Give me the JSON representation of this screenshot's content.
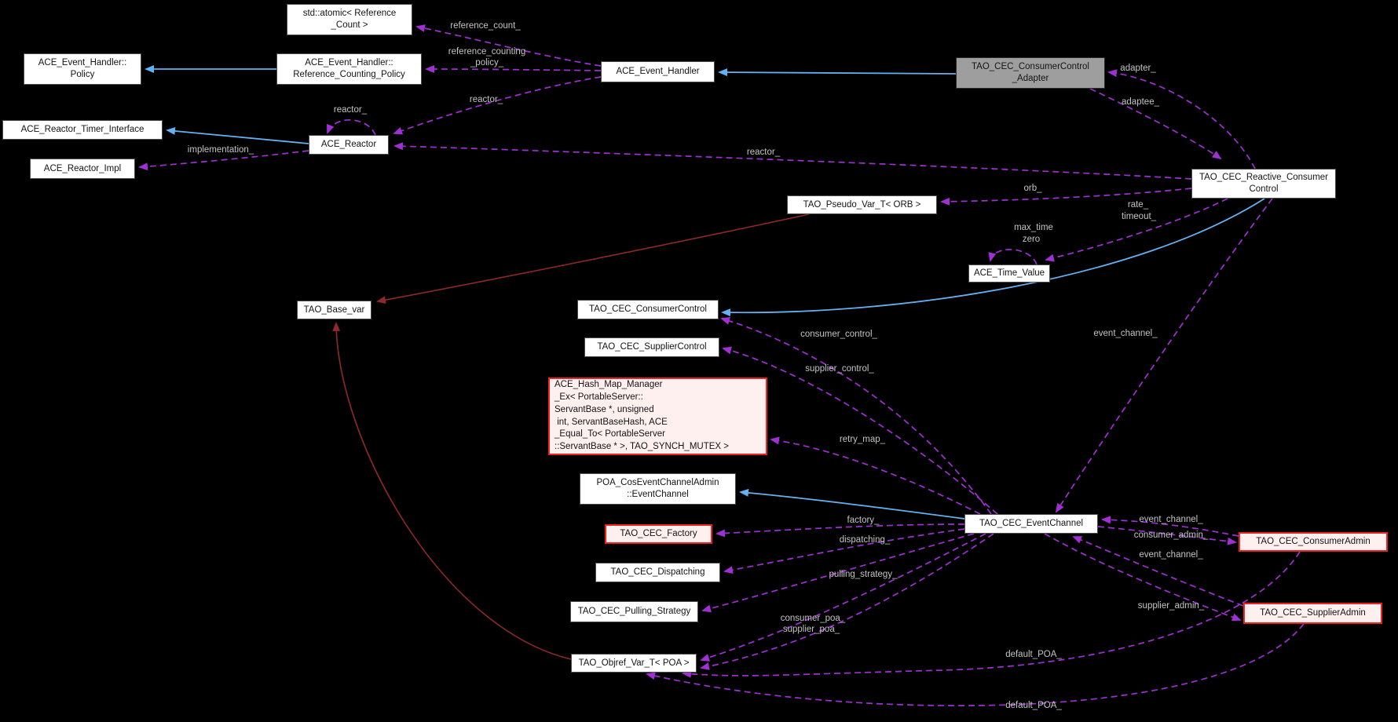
{
  "diagram": {
    "kind": "doxygen-collaboration-graph",
    "background": "#000000",
    "colors": {
      "usage_edge": "#a02fd4",
      "inheritance_edge": "#63b1f2",
      "private_inheritance_edge": "#8f2929",
      "label_text": "#c4c4c4",
      "node_fill": "#ffffff",
      "node_border": "#4a4a4a",
      "current_node_fill": "#9e9e9e",
      "red_node_fill": "#fff0f0",
      "red_node_border": "#ee2020"
    },
    "nodes": [
      {
        "id": "std_atomic",
        "lines": [
          "std::atomic< Reference",
          "_Count >"
        ],
        "style": "plain"
      },
      {
        "id": "eh_policy",
        "lines": [
          "ACE_Event_Handler::",
          "Policy"
        ],
        "style": "plain"
      },
      {
        "id": "eh_ref_counting_policy",
        "lines": [
          "ACE_Event_Handler::",
          "Reference_Counting_Policy"
        ],
        "style": "plain"
      },
      {
        "id": "ace_event_handler",
        "lines": [
          "ACE_Event_Handler"
        ],
        "style": "plain"
      },
      {
        "id": "cc_adapter",
        "lines": [
          "TAO_CEC_ConsumerControl",
          "_Adapter"
        ],
        "style": "current"
      },
      {
        "id": "ace_reactor_timer_interface",
        "lines": [
          "ACE_Reactor_Timer_Interface"
        ],
        "style": "plain"
      },
      {
        "id": "ace_reactor",
        "lines": [
          "ACE_Reactor"
        ],
        "style": "plain"
      },
      {
        "id": "ace_reactor_impl",
        "lines": [
          "ACE_Reactor_Impl"
        ],
        "style": "plain"
      },
      {
        "id": "reactive_consumer_control",
        "lines": [
          "TAO_CEC_Reactive_Consumer",
          "Control"
        ],
        "style": "plain"
      },
      {
        "id": "pseudo_var_orb",
        "lines": [
          "TAO_Pseudo_Var_T< ORB >"
        ],
        "style": "plain"
      },
      {
        "id": "ace_time_value",
        "lines": [
          "ACE_Time_Value"
        ],
        "style": "plain"
      },
      {
        "id": "tao_base_var",
        "lines": [
          "TAO_Base_var"
        ],
        "style": "plain"
      },
      {
        "id": "consumer_control",
        "lines": [
          "TAO_CEC_ConsumerControl"
        ],
        "style": "plain"
      },
      {
        "id": "supplier_control",
        "lines": [
          "TAO_CEC_SupplierControl"
        ],
        "style": "plain"
      },
      {
        "id": "hash_map",
        "lines": [
          "ACE_Hash_Map_Manager",
          "_Ex< PortableServer::",
          "ServantBase *, unsigned",
          " int, ServantBaseHash, ACE",
          "_Equal_To< PortableServer",
          "::ServantBase * >, TAO_SYNCH_MUTEX >"
        ],
        "style": "red left"
      },
      {
        "id": "poa_event_channel",
        "lines": [
          "POA_CosEventChannelAdmin",
          "::EventChannel"
        ],
        "style": "plain"
      },
      {
        "id": "cec_factory",
        "lines": [
          "TAO_CEC_Factory"
        ],
        "style": "red"
      },
      {
        "id": "cec_dispatching",
        "lines": [
          "TAO_CEC_Dispatching"
        ],
        "style": "plain"
      },
      {
        "id": "cec_pulling_strategy",
        "lines": [
          "TAO_CEC_Pulling_Strategy"
        ],
        "style": "plain"
      },
      {
        "id": "objref_var_poa",
        "lines": [
          "TAO_Objref_Var_T< POA >"
        ],
        "style": "plain"
      },
      {
        "id": "cec_event_channel",
        "lines": [
          "TAO_CEC_EventChannel"
        ],
        "style": "plain"
      },
      {
        "id": "cec_consumer_admin",
        "lines": [
          "TAO_CEC_ConsumerAdmin"
        ],
        "style": "red"
      },
      {
        "id": "cec_supplier_admin",
        "lines": [
          "TAO_CEC_SupplierAdmin"
        ],
        "style": "red"
      }
    ],
    "edge_labels": [
      {
        "id": "reference_count",
        "text": "reference_count_"
      },
      {
        "id": "reference_counting_l1",
        "text": "reference_counting"
      },
      {
        "id": "reference_counting_l2",
        "text": "_policy_"
      },
      {
        "id": "reactor_event_handler",
        "text": "reactor_"
      },
      {
        "id": "reactor_self",
        "text": "reactor_"
      },
      {
        "id": "implementation",
        "text": "implementation_"
      },
      {
        "id": "reactor_reactive",
        "text": "reactor_"
      },
      {
        "id": "adapter",
        "text": "adapter_"
      },
      {
        "id": "adaptee",
        "text": "adaptee_"
      },
      {
        "id": "orb",
        "text": "orb_"
      },
      {
        "id": "rate",
        "text": "rate_"
      },
      {
        "id": "timeout",
        "text": "timeout_"
      },
      {
        "id": "max_time",
        "text": "max_time"
      },
      {
        "id": "zero",
        "text": "zero"
      },
      {
        "id": "consumer_control_l",
        "text": "consumer_control_"
      },
      {
        "id": "supplier_control_l",
        "text": "supplier_control_"
      },
      {
        "id": "retry_map",
        "text": "retry_map_"
      },
      {
        "id": "factory",
        "text": "factory_"
      },
      {
        "id": "dispatching",
        "text": "dispatching_"
      },
      {
        "id": "pulling_strategy",
        "text": "pulling_strategy_"
      },
      {
        "id": "consumer_poa",
        "text": "consumer_poa_"
      },
      {
        "id": "supplier_poa",
        "text": "supplier_poa_"
      },
      {
        "id": "event_channel_reactive",
        "text": "event_channel_"
      },
      {
        "id": "event_channel_consumer",
        "text": "event_channel_"
      },
      {
        "id": "consumer_admin",
        "text": "consumer_admin_"
      },
      {
        "id": "event_channel_supplier",
        "text": "event_channel_"
      },
      {
        "id": "supplier_admin",
        "text": "supplier_admin_"
      },
      {
        "id": "default_poa_consumer",
        "text": "default_POA_"
      },
      {
        "id": "default_poa_supplier",
        "text": "default_POA_"
      }
    ],
    "edges": [
      {
        "from": "ace_event_handler",
        "to": "std_atomic",
        "label": "reference_count_",
        "type": "usage"
      },
      {
        "from": "ace_event_handler",
        "to": "eh_ref_counting_policy",
        "label": "reference_counting_policy_",
        "type": "usage"
      },
      {
        "from": "eh_ref_counting_policy",
        "to": "eh_policy",
        "label": "",
        "type": "inheritance"
      },
      {
        "from": "cc_adapter",
        "to": "ace_event_handler",
        "label": "",
        "type": "inheritance"
      },
      {
        "from": "ace_event_handler",
        "to": "ace_reactor",
        "label": "reactor_",
        "type": "usage"
      },
      {
        "from": "ace_reactor",
        "to": "ace_reactor",
        "label": "reactor_",
        "type": "usage"
      },
      {
        "from": "reactive_consumer_control",
        "to": "ace_reactor",
        "label": "reactor_",
        "type": "usage"
      },
      {
        "from": "ace_reactor",
        "to": "ace_reactor_timer_interface",
        "label": "",
        "type": "inheritance"
      },
      {
        "from": "ace_reactor",
        "to": "ace_reactor_impl",
        "label": "implementation_",
        "type": "usage"
      },
      {
        "from": "reactive_consumer_control",
        "to": "cc_adapter",
        "label": "adapter_",
        "type": "usage"
      },
      {
        "from": "cc_adapter",
        "to": "reactive_consumer_control",
        "label": "adaptee_",
        "type": "usage"
      },
      {
        "from": "reactive_consumer_control",
        "to": "pseudo_var_orb",
        "label": "orb_",
        "type": "usage"
      },
      {
        "from": "reactive_consumer_control",
        "to": "ace_time_value",
        "label": "rate_ timeout_",
        "type": "usage"
      },
      {
        "from": "ace_time_value",
        "to": "ace_time_value",
        "label": "max_time zero",
        "type": "usage"
      },
      {
        "from": "pseudo_var_orb",
        "to": "tao_base_var",
        "label": "",
        "type": "private_inheritance"
      },
      {
        "from": "objref_var_poa",
        "to": "tao_base_var",
        "label": "",
        "type": "private_inheritance"
      },
      {
        "from": "reactive_consumer_control",
        "to": "consumer_control",
        "label": "",
        "type": "inheritance"
      },
      {
        "from": "cec_event_channel",
        "to": "consumer_control",
        "label": "consumer_control_",
        "type": "usage"
      },
      {
        "from": "cec_event_channel",
        "to": "supplier_control",
        "label": "supplier_control_",
        "type": "usage"
      },
      {
        "from": "cec_event_channel",
        "to": "hash_map",
        "label": "retry_map_",
        "type": "usage"
      },
      {
        "from": "cec_event_channel",
        "to": "poa_event_channel",
        "label": "",
        "type": "inheritance"
      },
      {
        "from": "cec_event_channel",
        "to": "cec_factory",
        "label": "factory_",
        "type": "usage"
      },
      {
        "from": "cec_event_channel",
        "to": "cec_dispatching",
        "label": "dispatching_",
        "type": "usage"
      },
      {
        "from": "cec_event_channel",
        "to": "cec_pulling_strategy",
        "label": "pulling_strategy_",
        "type": "usage"
      },
      {
        "from": "cec_event_channel",
        "to": "objref_var_poa",
        "label": "consumer_poa_",
        "type": "usage"
      },
      {
        "from": "cec_event_channel",
        "to": "objref_var_poa",
        "label": "supplier_poa_",
        "type": "usage"
      },
      {
        "from": "reactive_consumer_control",
        "to": "cec_event_channel",
        "label": "event_channel_",
        "type": "usage"
      },
      {
        "from": "cec_consumer_admin",
        "to": "cec_event_channel",
        "label": "event_channel_",
        "type": "usage"
      },
      {
        "from": "cec_event_channel",
        "to": "cec_consumer_admin",
        "label": "consumer_admin_",
        "type": "usage"
      },
      {
        "from": "cec_supplier_admin",
        "to": "cec_event_channel",
        "label": "event_channel_",
        "type": "usage"
      },
      {
        "from": "cec_event_channel",
        "to": "cec_supplier_admin",
        "label": "supplier_admin_",
        "type": "usage"
      },
      {
        "from": "cec_consumer_admin",
        "to": "objref_var_poa",
        "label": "default_POA_",
        "type": "usage"
      },
      {
        "from": "cec_supplier_admin",
        "to": "objref_var_poa",
        "label": "default_POA_",
        "type": "usage"
      }
    ]
  }
}
